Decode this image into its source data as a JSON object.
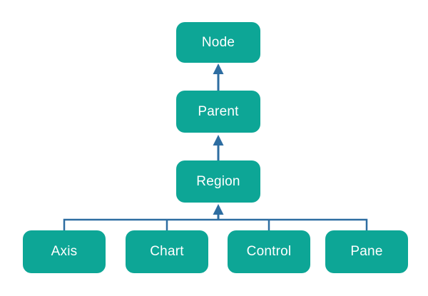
{
  "colors": {
    "background": "#ffffff",
    "box_fill": "#0da696",
    "box_text": "#ffffff",
    "connector": "#2d6da1"
  },
  "nodes": {
    "node": {
      "label": "Node"
    },
    "parent": {
      "label": "Parent"
    },
    "region": {
      "label": "Region"
    },
    "axis": {
      "label": "Axis"
    },
    "chart": {
      "label": "Chart"
    },
    "control": {
      "label": "Control"
    },
    "pane": {
      "label": "Pane"
    }
  },
  "hierarchy": {
    "root": "Node",
    "edges": [
      {
        "from": "Parent",
        "to": "Node",
        "arrow": "up"
      },
      {
        "from": "Region",
        "to": "Parent",
        "arrow": "up"
      },
      {
        "from": "Axis",
        "to": "Region",
        "arrow": "up"
      },
      {
        "from": "Chart",
        "to": "Region",
        "arrow": "up"
      },
      {
        "from": "Control",
        "to": "Region",
        "arrow": "up"
      },
      {
        "from": "Pane",
        "to": "Region",
        "arrow": "up"
      }
    ]
  }
}
